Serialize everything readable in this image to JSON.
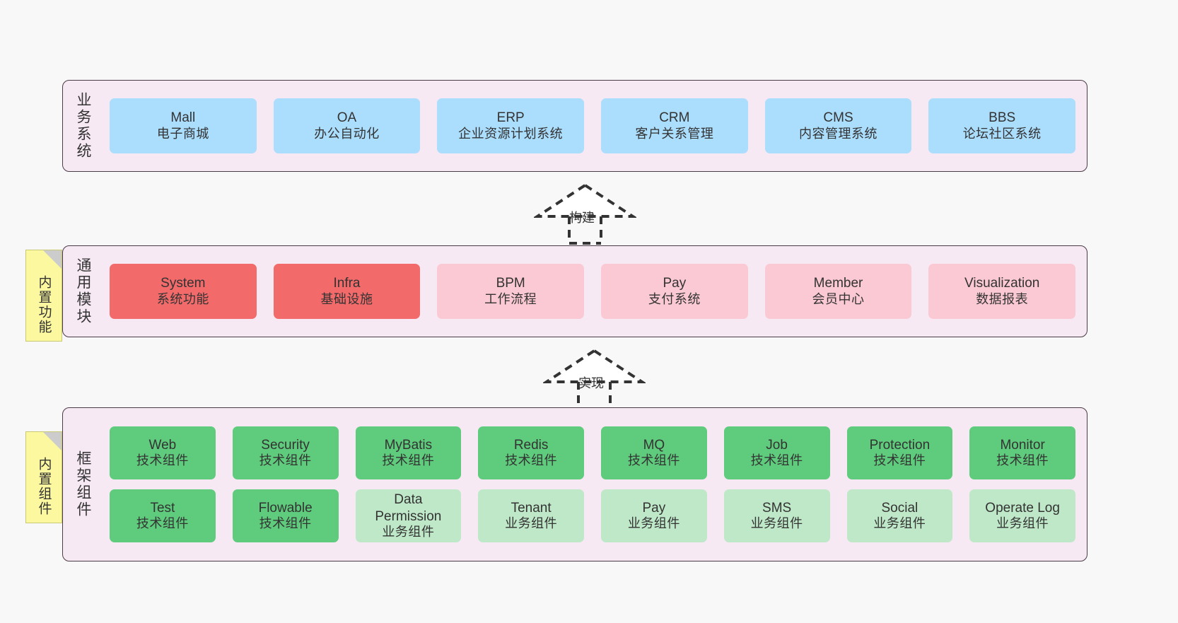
{
  "diagram": {
    "background_color": "#f8f8f8",
    "layer_bg_color": "#f7e9f3",
    "layer_border_color": "#4a3b46",
    "note_color": "#fbf8a0",
    "colors": {
      "business": "#abddfd",
      "module_core": "#f26a6a",
      "module_optional": "#fbc9d3",
      "component_tech": "#5fcb7c",
      "component_biz": "#bfe8c8"
    }
  },
  "layers": {
    "business": {
      "title": "业务系统",
      "nodes": [
        {
          "en": "Mall",
          "cn": "电子商城",
          "color": "blue"
        },
        {
          "en": "OA",
          "cn": "办公自动化",
          "color": "blue"
        },
        {
          "en": "ERP",
          "cn": "企业资源计划系统",
          "color": "blue"
        },
        {
          "en": "CRM",
          "cn": "客户关系管理",
          "color": "blue"
        },
        {
          "en": "CMS",
          "cn": "内容管理系统",
          "color": "blue"
        },
        {
          "en": "BBS",
          "cn": "论坛社区系统",
          "color": "blue"
        }
      ]
    },
    "modules": {
      "title": "通用模块",
      "note": "内置功能",
      "nodes": [
        {
          "en": "System",
          "cn": "系统功能",
          "color": "red"
        },
        {
          "en": "Infra",
          "cn": "基础设施",
          "color": "red"
        },
        {
          "en": "BPM",
          "cn": "工作流程",
          "color": "pink"
        },
        {
          "en": "Pay",
          "cn": "支付系统",
          "color": "pink"
        },
        {
          "en": "Member",
          "cn": "会员中心",
          "color": "pink"
        },
        {
          "en": "Visualization",
          "cn": "数据报表",
          "color": "pink"
        }
      ]
    },
    "framework": {
      "title": "框架组件",
      "note": "内置组件",
      "row1": [
        {
          "en": "Web",
          "cn": "技术组件",
          "color": "green"
        },
        {
          "en": "Security",
          "cn": "技术组件",
          "color": "green"
        },
        {
          "en": "MyBatis",
          "cn": "技术组件",
          "color": "green"
        },
        {
          "en": "Redis",
          "cn": "技术组件",
          "color": "green"
        },
        {
          "en": "MQ",
          "cn": "技术组件",
          "color": "green"
        },
        {
          "en": "Job",
          "cn": "技术组件",
          "color": "green"
        },
        {
          "en": "Protection",
          "cn": "技术组件",
          "color": "green"
        },
        {
          "en": "Monitor",
          "cn": "技术组件",
          "color": "green"
        }
      ],
      "row2": [
        {
          "en": "Test",
          "cn": "技术组件",
          "color": "green"
        },
        {
          "en": "Flowable",
          "cn": "技术组件",
          "color": "green"
        },
        {
          "en": "Data Permission",
          "cn": "业务组件",
          "color": "green-light"
        },
        {
          "en": "Tenant",
          "cn": "业务组件",
          "color": "green-light"
        },
        {
          "en": "Pay",
          "cn": "业务组件",
          "color": "green-light"
        },
        {
          "en": "SMS",
          "cn": "业务组件",
          "color": "green-light"
        },
        {
          "en": "Social",
          "cn": "业务组件",
          "color": "green-light"
        },
        {
          "en": "Operate Log",
          "cn": "业务组件",
          "color": "green-light"
        }
      ]
    }
  },
  "connectors": [
    {
      "label": "构建"
    },
    {
      "label": "实现"
    }
  ]
}
